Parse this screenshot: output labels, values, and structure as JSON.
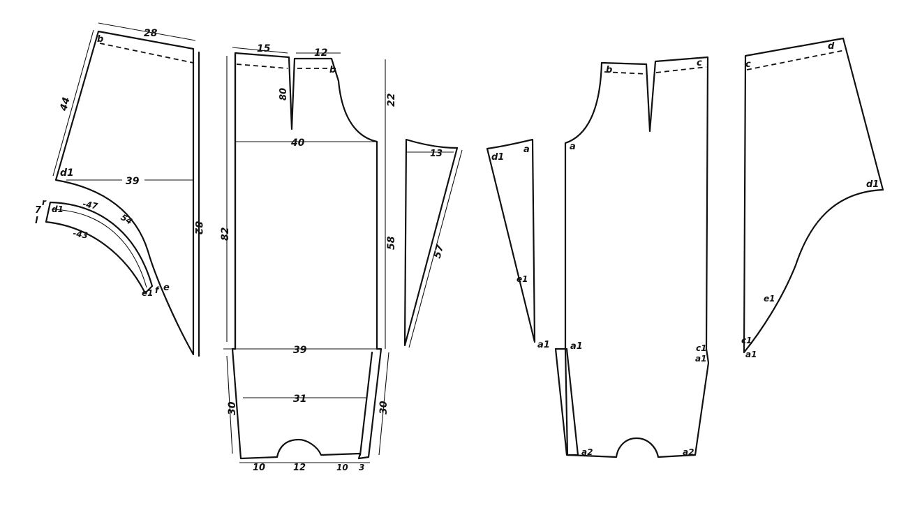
{
  "measurements": {
    "shoulder_width": "28",
    "side_length": "44",
    "width_39": "39",
    "side_82": "82",
    "curve_47": "-47",
    "curve_43": "-43",
    "curve_54": "54",
    "neck_15": "15",
    "neck_12": "12",
    "dart_80": "80",
    "chest_40": "40",
    "height_82": "82",
    "depth_22": "22",
    "depth_58": "58",
    "hip_39": "39",
    "leg_31": "31",
    "leg_30_left": "30",
    "leg_30_right": "30",
    "bottom_10": "10",
    "bottom_12": "12",
    "bottom_10b": "10",
    "bottom_3": "3",
    "gusset_13": "13",
    "gusset_57": "57"
  },
  "points": {
    "b": "b",
    "c": "c",
    "d": "d",
    "d1": "d1",
    "d1_small": "d1",
    "e": "e",
    "e1": "e1",
    "f": "f",
    "r": "r",
    "seven": "7",
    "l": "l",
    "b_neck": "b",
    "a": "a",
    "a1": "a1",
    "a2": "a2",
    "c1": "c1",
    "e1_gusset": "e1",
    "d1_gusset": "d1"
  }
}
